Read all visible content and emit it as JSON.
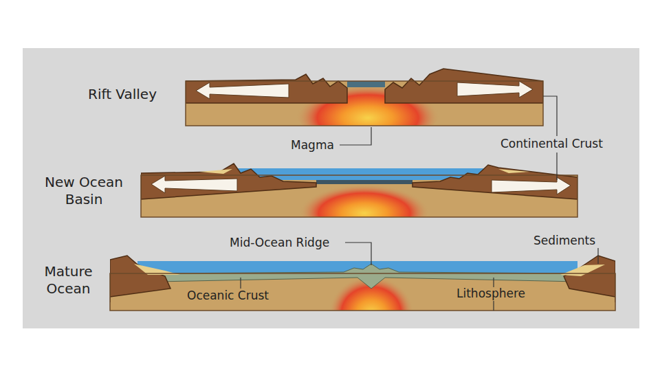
{
  "diagram": {
    "labels": [
      "Rift Valley",
      "Magma",
      "Continental Crust",
      "New Ocean Basin",
      "Mid-Ocean Ridge",
      "Sediments",
      "Mature Ocean",
      "Oceanic Crust",
      "Lithosphere"
    ]
  }
}
